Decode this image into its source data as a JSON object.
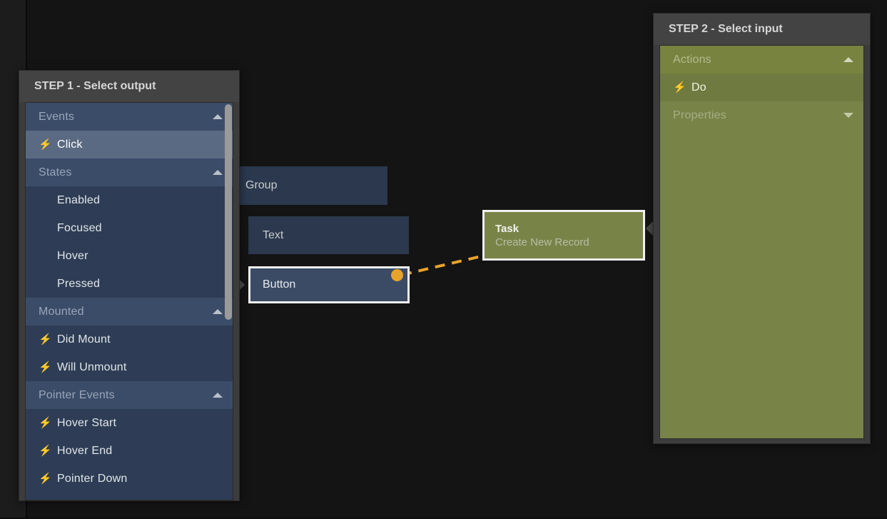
{
  "canvas": {
    "background_color": "#141414",
    "nodes": [
      {
        "id": "group",
        "label": "Group",
        "type": "visual",
        "color": "#2b384d"
      },
      {
        "id": "text",
        "label": "Text",
        "type": "visual",
        "color": "#2b384d"
      },
      {
        "id": "button",
        "label": "Button",
        "type": "visual",
        "color": "#3b4b66",
        "selected": true
      },
      {
        "id": "task",
        "label": "Task",
        "sublabel": "Create New Record",
        "type": "logic",
        "color": "#788348",
        "selected": true
      }
    ],
    "connection": {
      "from": "button",
      "to": "task",
      "style": "dashed",
      "color": "#e8a32a"
    }
  },
  "step1": {
    "title": "STEP 1 - Select output",
    "accent_color": "#2e3d55",
    "sections": [
      {
        "name": "Events",
        "expanded": true,
        "chevron": "chevron-up-icon",
        "items": [
          {
            "label": "Click",
            "icon": "lightning-icon",
            "selected": true
          }
        ]
      },
      {
        "name": "States",
        "expanded": true,
        "chevron": "chevron-up-icon",
        "items": [
          {
            "label": "Enabled",
            "icon": "",
            "selected": false
          },
          {
            "label": "Focused",
            "icon": "",
            "selected": false
          },
          {
            "label": "Hover",
            "icon": "",
            "selected": false
          },
          {
            "label": "Pressed",
            "icon": "",
            "selected": false
          }
        ]
      },
      {
        "name": "Mounted",
        "expanded": true,
        "chevron": "chevron-up-icon",
        "items": [
          {
            "label": "Did Mount",
            "icon": "lightning-icon",
            "selected": false
          },
          {
            "label": "Will Unmount",
            "icon": "lightning-icon",
            "selected": false
          }
        ]
      },
      {
        "name": "Pointer Events",
        "expanded": true,
        "chevron": "chevron-up-icon",
        "items": [
          {
            "label": "Hover Start",
            "icon": "lightning-icon",
            "selected": false
          },
          {
            "label": "Hover End",
            "icon": "lightning-icon",
            "selected": false
          },
          {
            "label": "Pointer Down",
            "icon": "lightning-icon",
            "selected": false
          }
        ]
      }
    ],
    "scrollbar": {
      "visible": true,
      "thumb_color": "#9a9a9a"
    }
  },
  "step2": {
    "title": "STEP 2 - Select input",
    "accent_color": "#788348",
    "sections": [
      {
        "name": "Actions",
        "expanded": true,
        "chevron": "chevron-up-icon",
        "items": [
          {
            "label": "Do",
            "icon": "lightning-icon",
            "selected": false
          }
        ]
      },
      {
        "name": "Properties",
        "expanded": false,
        "chevron": "chevron-down-icon",
        "items": []
      }
    ]
  },
  "glyphs": {
    "lightning": "⚡"
  }
}
